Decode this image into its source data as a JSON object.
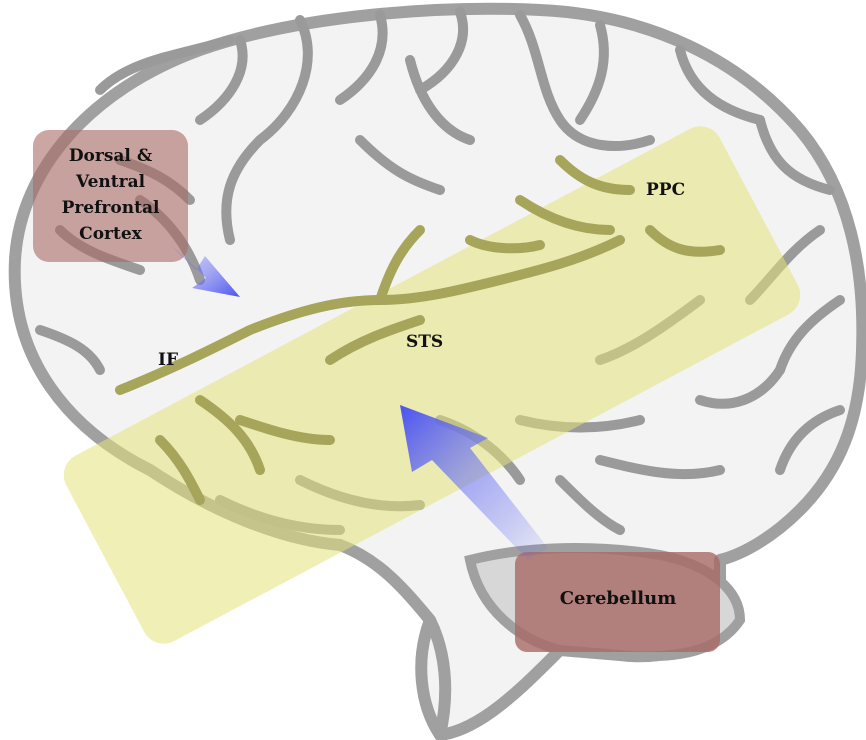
{
  "regions": {
    "prefrontal": {
      "lines": [
        "Dorsal &",
        "Ventral",
        "Prefrontal",
        "Cortex"
      ]
    },
    "cerebellum": {
      "label": "Cerebellum"
    },
    "ppc": {
      "label": "PPC"
    },
    "sts": {
      "label": "STS"
    },
    "inferior_frontal": {
      "label": "IF"
    }
  },
  "colors": {
    "brain_fill": "#f3f3f3",
    "brain_lines": "#9a9a9a",
    "highlight_band": "#e2e27a",
    "region_box": "#a86a66",
    "arrow": "#5a63f2"
  }
}
